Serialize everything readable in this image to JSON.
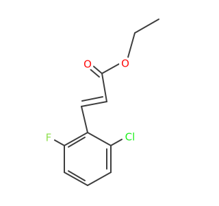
{
  "molecule": {
    "atoms": {
      "o_carbonyl": {
        "symbol": "O",
        "color": "#ff0d0d"
      },
      "o_ester": {
        "symbol": "O",
        "color": "#ff0d0d"
      },
      "f": {
        "symbol": "F",
        "color": "#90e050"
      },
      "cl": {
        "symbol": "Cl",
        "color": "#1ff01f"
      }
    },
    "bond_color": "#3d3d3d"
  }
}
